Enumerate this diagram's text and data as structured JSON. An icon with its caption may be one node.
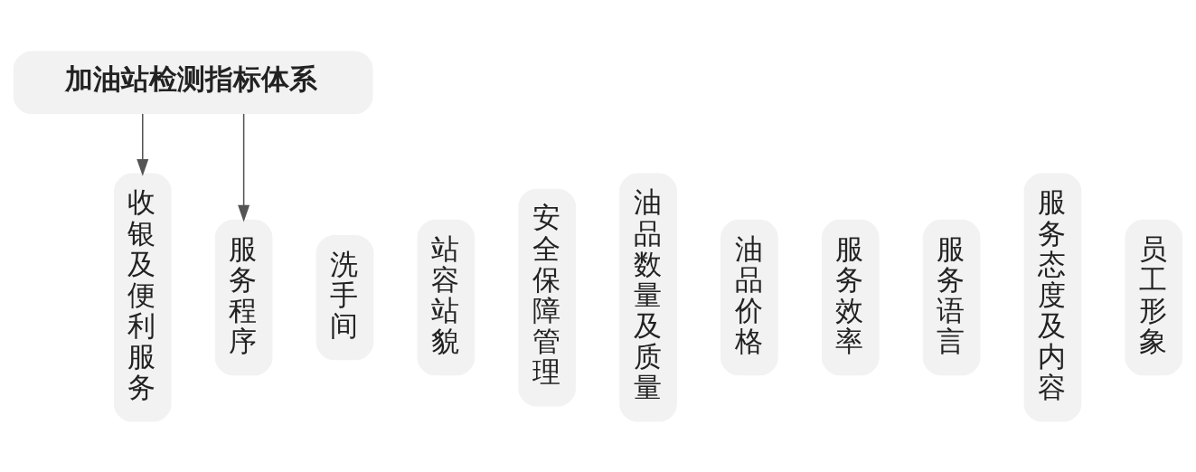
{
  "diagram": {
    "nodes": [
      {
        "text": [
          "加油站检测指标体系"
        ]
      },
      {
        "text": [
          "收银及便利服务"
        ]
      },
      {
        "text": [
          "洗手间"
        ]
      },
      {
        "text": [
          "站容站貌"
        ]
      },
      {
        "text": [
          "安全保障管理"
        ]
      },
      {
        "text": [
          "油品数量及质量"
        ]
      },
      {
        "text": [
          "油品价格"
        ]
      },
      {
        "text": [
          "服务效率"
        ]
      },
      {
        "text": [
          "服务语言"
        ]
      },
      {
        "text": [
          "服务态度及内容"
        ]
      },
      {
        "text": [
          "员工形象"
        ]
      },
      {
        "text": [
          "服务程序"
        ]
      }
    ],
    "edges": [
      {
        "from": 0,
        "to": 1,
        "arrow": "to"
      },
      {
        "from": 0,
        "to": 11,
        "arrow": "to"
      }
    ]
  }
}
